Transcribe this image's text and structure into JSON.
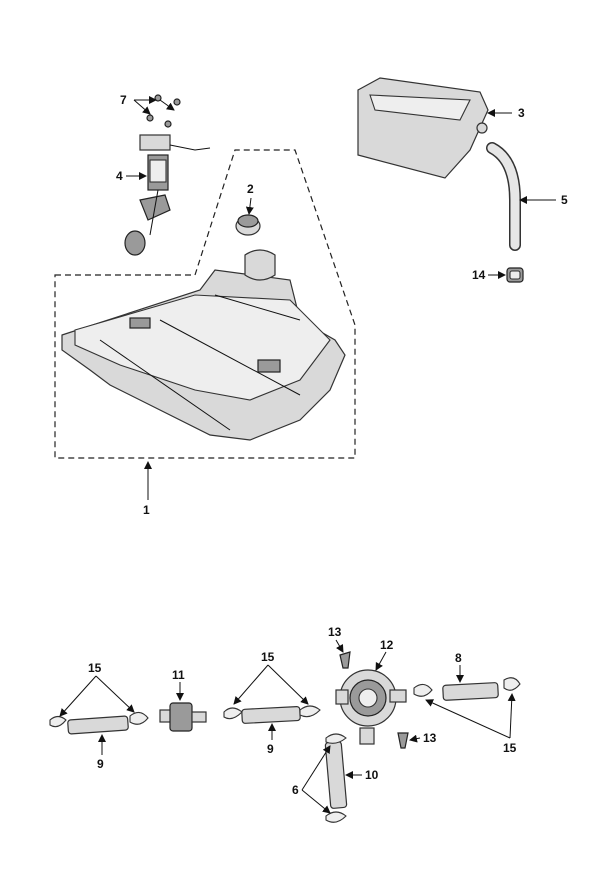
{
  "callouts": {
    "c1": "1",
    "c2": "2",
    "c3": "3",
    "c4": "4",
    "c5": "5",
    "c6": "6",
    "c7": "7",
    "c8": "8",
    "c9a": "9",
    "c9b": "9",
    "c10": "10",
    "c11": "11",
    "c12": "12",
    "c13a": "13",
    "c13b": "13",
    "c14": "14",
    "c15a": "15",
    "c15b": "15",
    "c15c": "15"
  }
}
